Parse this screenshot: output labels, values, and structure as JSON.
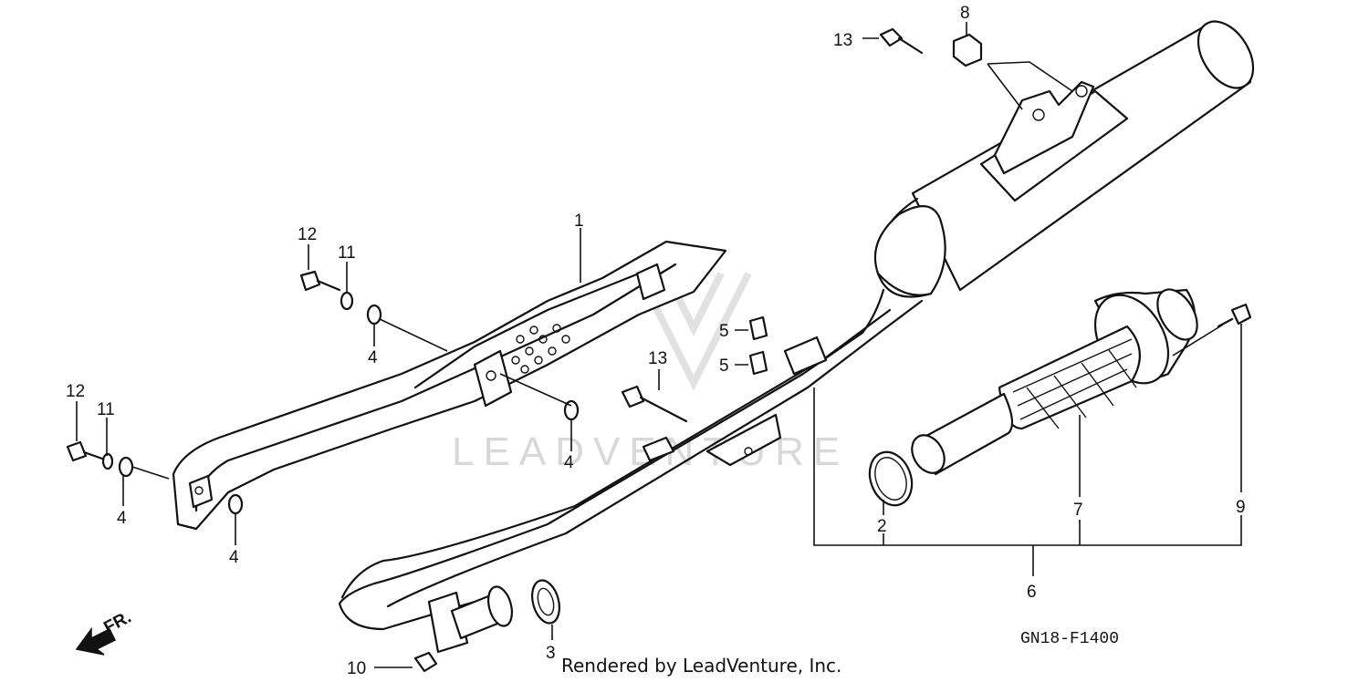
{
  "diagram": {
    "code": "GN18-F1400",
    "credit": "Rendered by LeadVenture, Inc.",
    "watermark": "LEADVENTURE",
    "direction_label": "FR.",
    "callouts": {
      "c1": "1",
      "c2": "2",
      "c3": "3",
      "c4a": "4",
      "c4b": "4",
      "c4c": "4",
      "c4d": "4",
      "c5a": "5",
      "c5b": "5",
      "c6": "6",
      "c7": "7",
      "c8": "8",
      "c9": "9",
      "c10": "10",
      "c11a": "11",
      "c11b": "11",
      "c12a": "12",
      "c12b": "12",
      "c13a": "13",
      "c13b": "13"
    }
  }
}
